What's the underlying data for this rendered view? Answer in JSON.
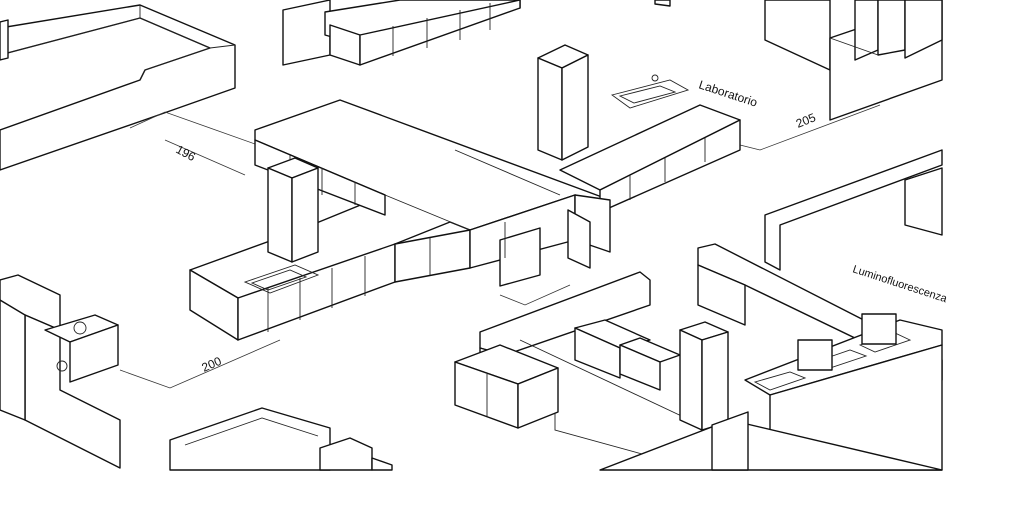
{
  "labels": {
    "room_196": "196",
    "room_200": "200",
    "room_205": "205",
    "lab_name": "Laboratorio",
    "lumin_name": "Luminofluorescenza"
  }
}
